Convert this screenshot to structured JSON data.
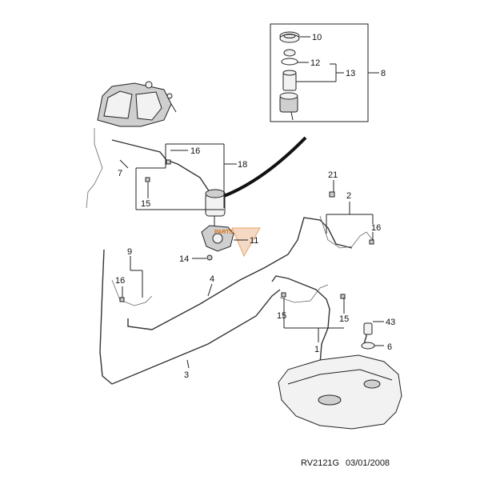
{
  "labels": {
    "l10": "10",
    "l12": "12",
    "l13": "13",
    "l8": "8",
    "l16a": "16",
    "l18": "18",
    "l7": "7",
    "l15a": "15",
    "l21": "21",
    "l2": "2",
    "l16b": "16",
    "l11": "11",
    "l14": "14",
    "l9": "9",
    "l16c": "16",
    "l4": "4",
    "l15b": "15",
    "l15c": "15",
    "l43": "43",
    "l1": "1",
    "l6": "6",
    "l3": "3"
  },
  "footer": {
    "code": "RV2121G",
    "date": "03/01/2008"
  },
  "colors": {
    "line": "#222222",
    "watermark": "#e07010"
  }
}
